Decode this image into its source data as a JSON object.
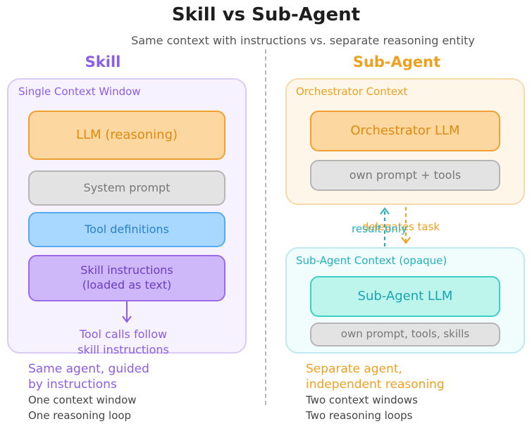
{
  "title": "Skill vs Sub-Agent",
  "subtitle": "Same context with instructions vs. separate reasoning entity",
  "colors": {
    "skill_accent": "#8c5de8",
    "subagent_accent": "#f0a020",
    "llm_fill": "#fcd7a0",
    "llm_border": "#f0a030",
    "gray_fill": "#e3e3e3",
    "gray_border": "#b5b5b5",
    "tool_fill": "#a8d8ff",
    "tool_border": "#55aaf0",
    "skill_fill": "#cfb8fa",
    "skill_border": "#9a6ae8",
    "sub_llm_fill": "#bdf5ec",
    "sub_llm_border": "#3cd0c6",
    "cyan_label": "#22b0c0"
  },
  "skill": {
    "heading": "Skill",
    "panel_label": "Single Context Window",
    "llm": "LLM (reasoning)",
    "system_prompt": "System prompt",
    "tool_defs": "Tool definitions",
    "skill_instructions": "Skill instructions\n(loaded as text)",
    "tool_calls_note": "Tool calls follow\nskill instructions",
    "summary": "Same agent, guided\nby instructions",
    "detail1": "One context window",
    "detail2": "One reasoning loop"
  },
  "subagent": {
    "heading": "Sub-Agent",
    "orch_label": "Orchestrator Context",
    "orch_llm": "Orchestrator LLM",
    "orch_prompt": "own prompt + tools",
    "result_only": "result only",
    "delegates": "delegates task",
    "sub_label": "Sub-Agent Context (opaque)",
    "sub_llm": "Sub-Agent LLM",
    "sub_prompt": "own prompt, tools, skills",
    "summary": "Separate agent,\nindependent reasoning",
    "detail1": "Two context windows",
    "detail2": "Two reasoning loops"
  }
}
